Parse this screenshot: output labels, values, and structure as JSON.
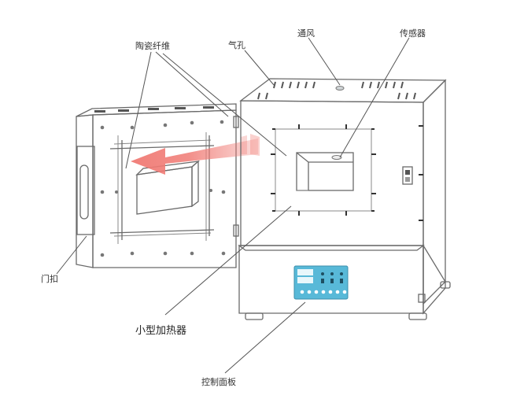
{
  "labels": {
    "ceramic_fiber": "陶瓷纤维",
    "air_hole": "气孔",
    "ventilation": "通风",
    "sensor": "传感器",
    "door_latch": "门扣",
    "small_heater": "小型加热器",
    "control_panel": "控制面板"
  },
  "colors": {
    "arrow_fill": "#f07a74",
    "panel_fill": "#dde3e6",
    "display_fill": "#58b9d8",
    "outline": "#6a6a6a"
  },
  "icons": {
    "arrow": "large-red-arrow-icon",
    "display": "lcd-display-icon"
  }
}
